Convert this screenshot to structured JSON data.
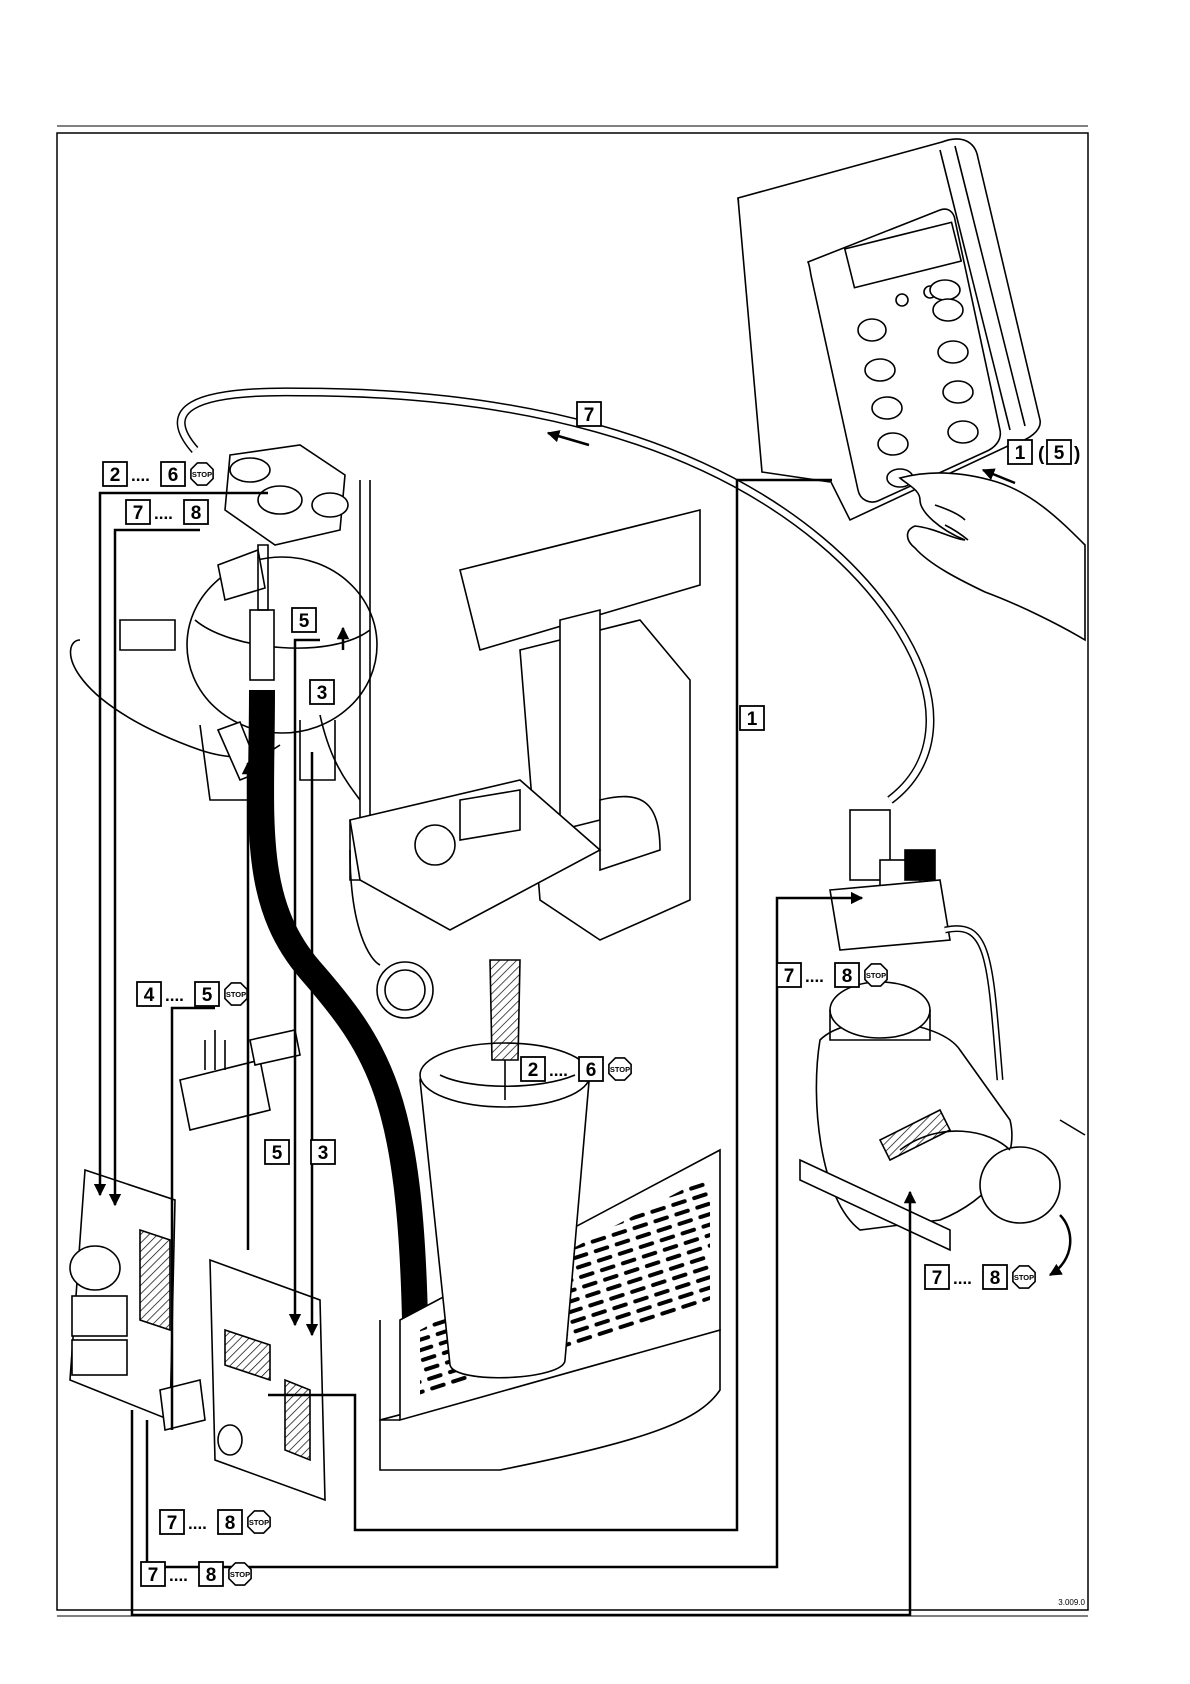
{
  "figure_ref": "3.009.0",
  "stop_text": "STOP",
  "labels": {
    "keypad": {
      "a": "1",
      "paren_open": "(",
      "b": "5",
      "paren_close": ")"
    },
    "tube_top": {
      "a": "7"
    },
    "valve_upper": {
      "a": "2",
      "dots": "....",
      "b": "6"
    },
    "valve_lower": {
      "a": "7",
      "dots": "....",
      "b": "8"
    },
    "thermo_top": {
      "a": "5"
    },
    "thermo_bottom": {
      "a": "3"
    },
    "line_one": {
      "a": "1"
    },
    "switch_block": {
      "a": "4",
      "dots": "....",
      "b": "5"
    },
    "cup": {
      "a": "2",
      "dots": "....",
      "b": "6"
    },
    "board_five": {
      "a": "5"
    },
    "board_three": {
      "a": "3"
    },
    "solenoid": {
      "a": "7",
      "dots": "....",
      "b": "8"
    },
    "pump": {
      "a": "7",
      "dots": "....",
      "b": "8"
    },
    "board_low1": {
      "a": "7",
      "dots": "....",
      "b": "8"
    },
    "board_low2": {
      "a": "7",
      "dots": "....",
      "b": "8"
    }
  }
}
